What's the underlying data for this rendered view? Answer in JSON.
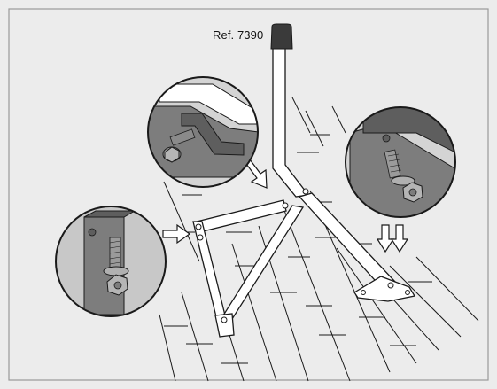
{
  "diagram": {
    "reference_label": "Ref. 7390",
    "detail_callouts": [
      "top-bracket-bolt-detail",
      "left-foot-bolt-detail",
      "right-foot-bolt-detail"
    ],
    "colors": {
      "background": "#ececec",
      "frame_border": "#9a9a9a",
      "line": "#1a1a1a",
      "mast_fill": "#ffffff",
      "cap_fill": "#3a3a3a",
      "metal_fill": "#7d7d7d",
      "metal_dark": "#5e5e5e",
      "callout_bg": "#cfcfcf"
    }
  }
}
